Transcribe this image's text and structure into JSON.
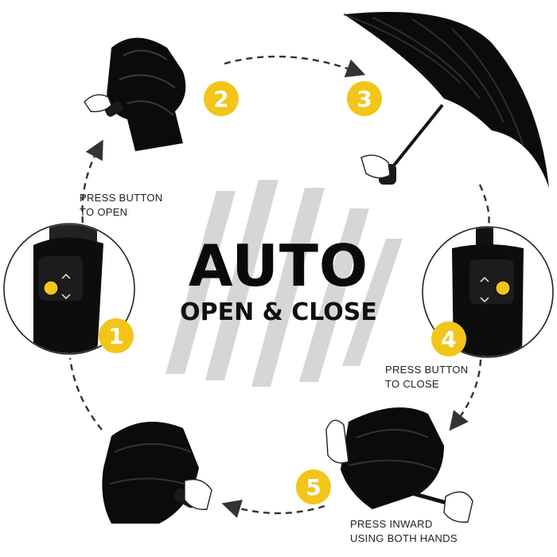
{
  "heading": {
    "main": "AUTO",
    "sub": "OPEN & CLOSE"
  },
  "steps": [
    {
      "number": "1"
    },
    {
      "number": "2"
    },
    {
      "number": "3"
    },
    {
      "number": "4"
    },
    {
      "number": "5"
    }
  ],
  "captions": {
    "press_to_open": [
      "PRESS BUTTON",
      "TO OPEN"
    ],
    "press_to_close": [
      "PRESS BUTTON",
      "TO CLOSE"
    ],
    "press_inward": [
      "PRESS INWARD",
      "USING BOTH HANDS"
    ]
  },
  "colors": {
    "badge": "#f2c518",
    "stripes": "#d6d6d6",
    "umbrella": "#0b0b0b",
    "arrow": "#333333"
  },
  "icons": [
    "hand-icon",
    "umbrella-icon",
    "handle-button-icon"
  ]
}
